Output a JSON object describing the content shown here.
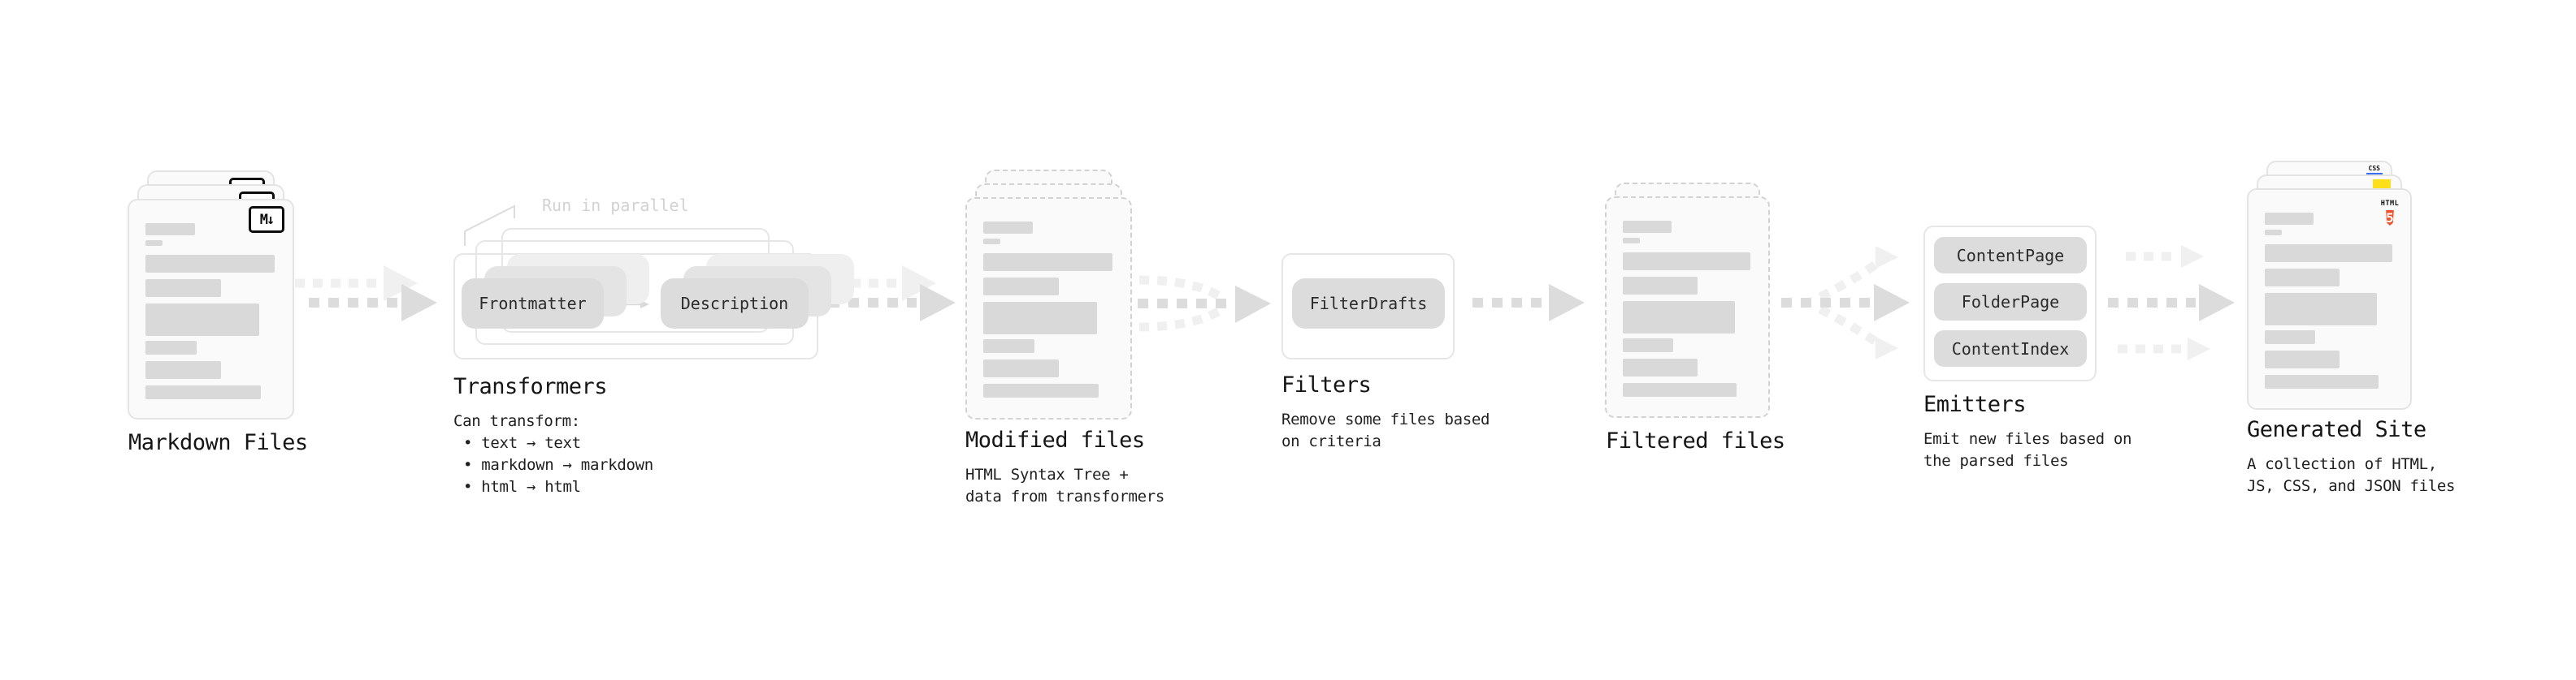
{
  "stages": {
    "markdown_files": {
      "title": "Markdown Files"
    },
    "transformers": {
      "title": "Transformers",
      "annotation": "Run in parallel",
      "transformer_buttons": [
        "Frontmatter",
        "Description"
      ],
      "caption": "Can transform:",
      "bullets": [
        "• text → text",
        "• markdown → markdown",
        "• html → html"
      ]
    },
    "modified_files": {
      "title": "Modified files",
      "subtitle_lines": [
        "HTML Syntax Tree +",
        "data from transformers"
      ]
    },
    "filters": {
      "title": "Filters",
      "filter_buttons": [
        "FilterDrafts"
      ],
      "subtitle_lines": [
        "Remove some files based",
        "on criteria"
      ]
    },
    "filtered_files": {
      "title": "Filtered files"
    },
    "emitters": {
      "title": "Emitters",
      "emitter_buttons": [
        "ContentPage",
        "FolderPage",
        "ContentIndex"
      ],
      "subtitle_lines": [
        "Emit new files based on",
        "the parsed files"
      ]
    },
    "generated_site": {
      "title": "Generated Site",
      "subtitle_lines": [
        "A collection of HTML,",
        "JS, CSS, and JSON files"
      ]
    }
  },
  "icons": {
    "markdown_badge": "M↓",
    "html5_label": "HTML",
    "html5_numeral": "5",
    "css_label": "CSS"
  },
  "colors": {
    "html5_orange": "#ec552b",
    "js_yellow": "#ffdf1c",
    "css_blue": "#3a6cf3",
    "skeleton_gray": "#d9d9d9",
    "arrow_gray": "#dcdcdc",
    "arrow_light": "#f0f0f0",
    "card_background": "#fafafa"
  }
}
